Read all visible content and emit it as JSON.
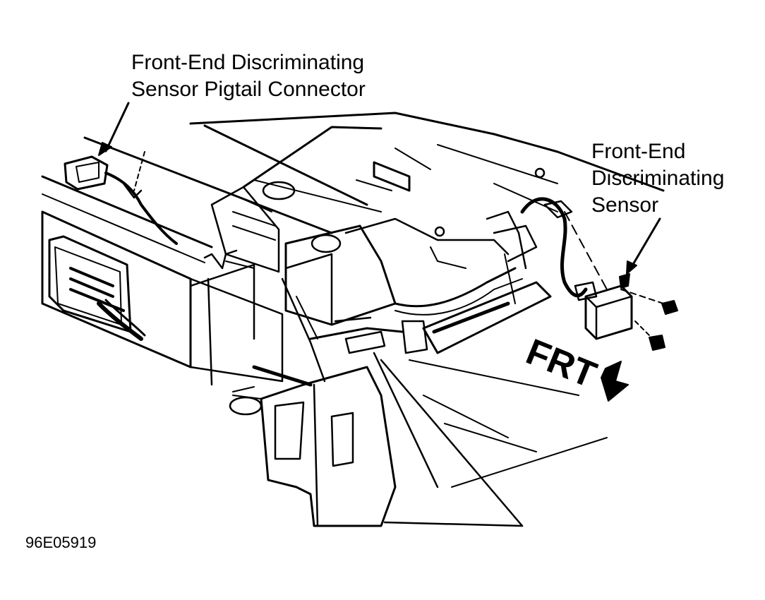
{
  "callouts": {
    "connector": {
      "line1": "Front-End Discriminating",
      "line2": "Sensor Pigtail Connector"
    },
    "sensor": {
      "line1": "Front-End",
      "line2": "Discriminating",
      "line3": "Sensor"
    }
  },
  "direction_marker": "FRT",
  "figure_code": "96E05919",
  "colors": {
    "ink": "#000000",
    "paper": "#ffffff"
  }
}
